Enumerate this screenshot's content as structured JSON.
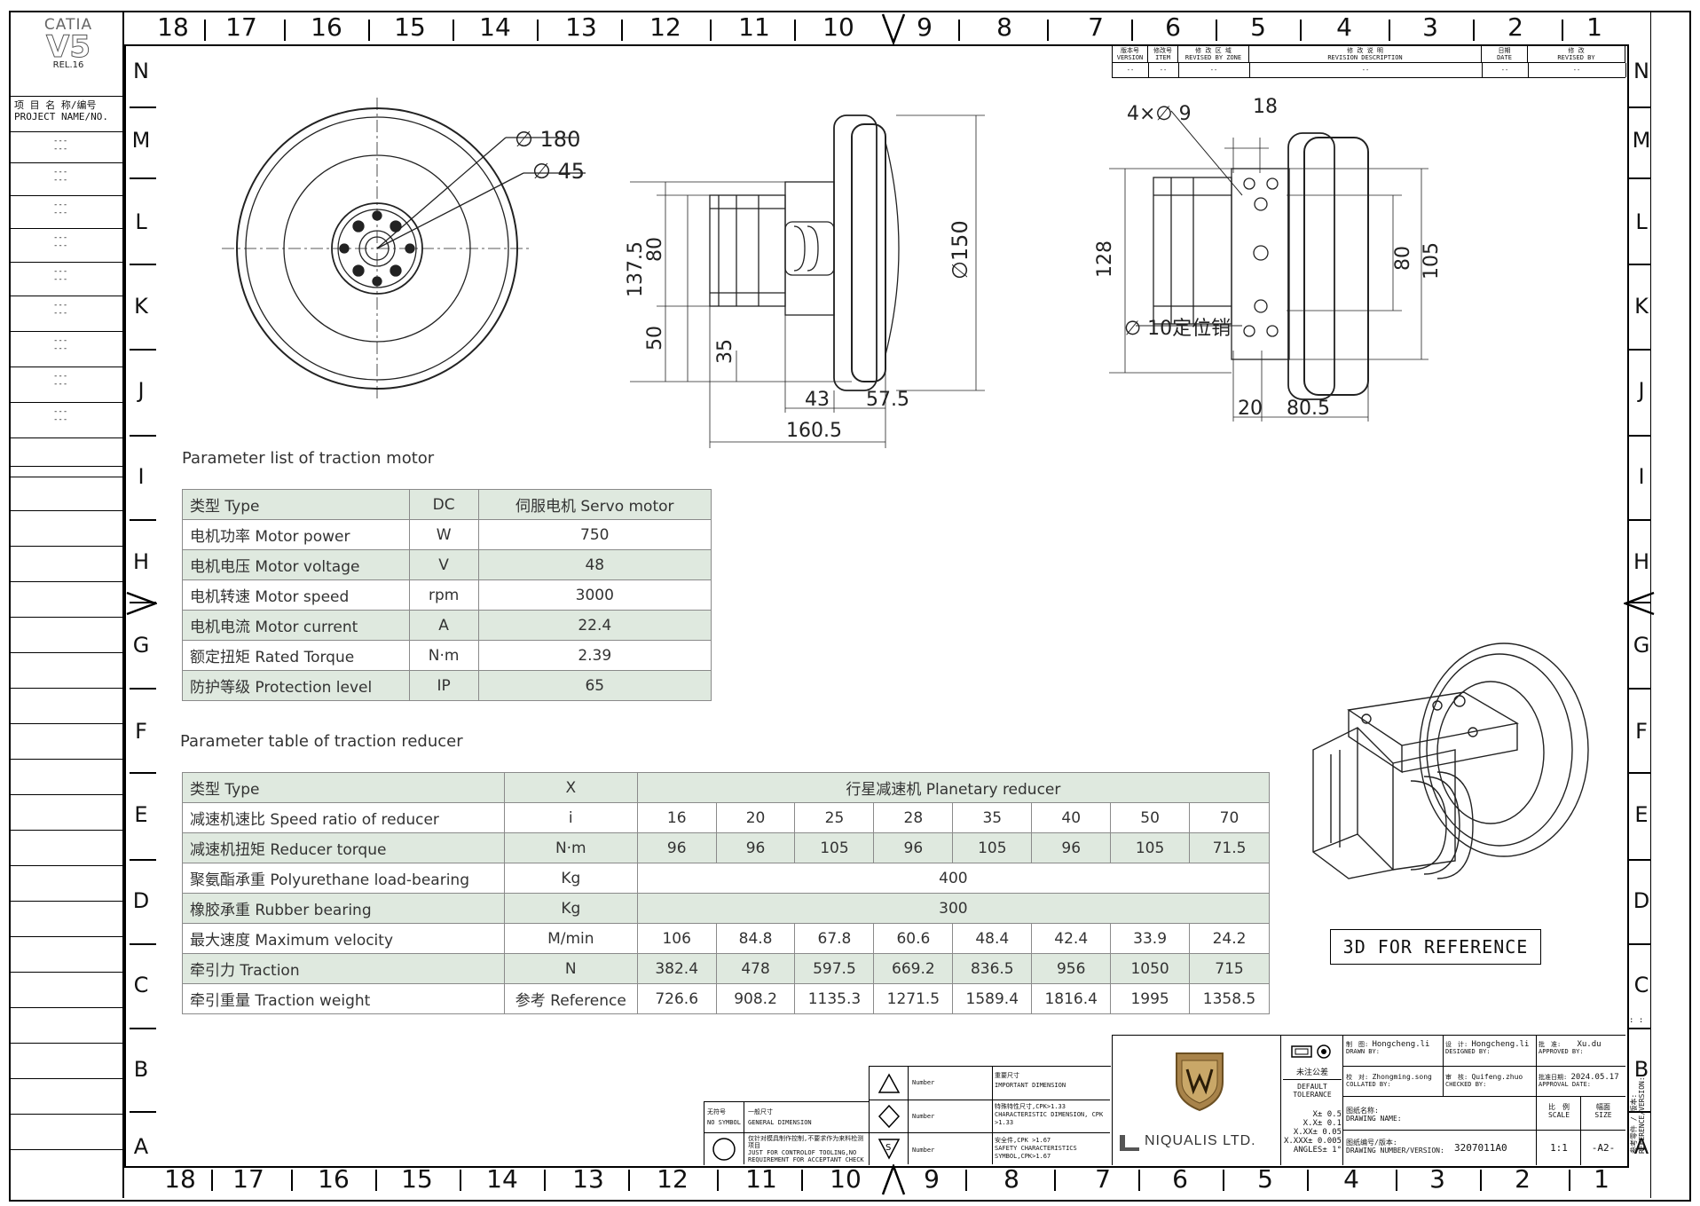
{
  "catia": {
    "logo_top": "CATIA",
    "logo_main": "V5",
    "logo_rel": "REL.16"
  },
  "project_label_cn": "项 目 名 称/编号",
  "project_label_en": "PROJECT NAME/NO.",
  "left_panel_dashes": [
    "---\n---",
    "---\n---",
    "---\n---",
    "---\n---",
    "---\n---",
    "---\n---",
    "---\n---",
    "---\n---",
    "---\n---"
  ],
  "grid_numbers_top": [
    "18",
    "17",
    "16",
    "15",
    "14",
    "13",
    "12",
    "11",
    "10",
    "9",
    "8",
    "7",
    "6",
    "5",
    "4",
    "3",
    "2",
    "1"
  ],
  "grid_numbers_bottom": [
    "18",
    "17",
    "16",
    "15",
    "14",
    "13",
    "12",
    "11",
    "10",
    "9",
    "8",
    "7",
    "6",
    "5",
    "4",
    "3",
    "2",
    "1"
  ],
  "grid_letters": [
    "N",
    "M",
    "L",
    "K",
    "J",
    "I",
    "H",
    "G",
    "F",
    "E",
    "D",
    "C",
    "B",
    "A"
  ],
  "revision_table": {
    "headers": [
      {
        "cn": "版本号",
        "en": "VERSION"
      },
      {
        "cn": "修改号",
        "en": "ITEM"
      },
      {
        "cn": "修 改 区 域",
        "en": "REVISED BY ZONE"
      },
      {
        "cn": "修 改 说 明",
        "en": "REVISION DESCRIPTION"
      },
      {
        "cn": "日期",
        "en": "DATE"
      },
      {
        "cn": "修 改",
        "en": "REVISED BY"
      }
    ],
    "row": [
      "--",
      "--",
      "--",
      "--",
      "--",
      "--"
    ]
  },
  "dims": {
    "front_d180": "∅ 180",
    "front_d45": "∅ 45",
    "side_1375": "137.5",
    "side_80": "80",
    "side_50": "50",
    "side_35": "35",
    "side_d150": "∅150",
    "side_43": "43",
    "side_575": "57.5",
    "side_1605": "160.5",
    "right_4x9": "4×∅ 9",
    "right_18": "18",
    "right_128": "128",
    "right_80": "80",
    "right_105": "105",
    "right_pin": "∅ 10定位销",
    "right_20": "20",
    "right_805": "80.5"
  },
  "motor_table": {
    "title": "Parameter list of traction motor",
    "rows": [
      [
        "类型 Type",
        "DC",
        "伺服电机 Servo motor"
      ],
      [
        "电机功率 Motor power",
        "W",
        "750"
      ],
      [
        "电机电压 Motor voltage",
        "V",
        "48"
      ],
      [
        "电机转速 Motor speed",
        "rpm",
        "3000"
      ],
      [
        "电机电流 Motor current",
        "A",
        "22.4"
      ],
      [
        "额定扭矩 Rated Torque",
        "N·m",
        "2.39"
      ],
      [
        "防护等级 Protection level",
        "IP",
        "65"
      ]
    ]
  },
  "reducer_table": {
    "title": "Parameter table of traction reducer",
    "type_row": [
      "类型 Type",
      "X",
      "行星减速机 Planetary reducer"
    ],
    "rows": [
      {
        "label": "减速机速比 Speed ratio of reducer",
        "unit": "i",
        "values": [
          "16",
          "20",
          "25",
          "28",
          "35",
          "40",
          "50",
          "70"
        ]
      },
      {
        "label": "减速机扭矩 Reducer torque",
        "unit": "N·m",
        "values": [
          "96",
          "96",
          "105",
          "96",
          "105",
          "96",
          "105",
          "71.5"
        ]
      },
      {
        "label": "聚氨酯承重 Polyurethane load-bearing",
        "unit": "Kg",
        "span": "400"
      },
      {
        "label": "橡胶承重 Rubber bearing",
        "unit": "Kg",
        "span": "300"
      },
      {
        "label": "最大速度 Maximum velocity",
        "unit": "M/min",
        "values": [
          "106",
          "84.8",
          "67.8",
          "60.6",
          "48.4",
          "42.4",
          "33.9",
          "24.2"
        ]
      },
      {
        "label": "牵引力 Traction",
        "unit": "N",
        "values": [
          "382.4",
          "478",
          "597.5",
          "669.2",
          "836.5",
          "956",
          "1050",
          "715"
        ]
      },
      {
        "label": "牵引重量 Traction weight",
        "unit": "参考 Reference",
        "values": [
          "726.6",
          "908.2",
          "1135.3",
          "1271.5",
          "1589.4",
          "1816.4",
          "1995",
          "1358.5"
        ]
      }
    ]
  },
  "reference_label": "3D FOR REFERENCE",
  "symbols_block": {
    "nosym_cn": "无符号",
    "nosym_en": "NO SYMBOL",
    "general_cn": "一般尺寸",
    "general_en": "GENERAL DIMENSION",
    "tooling_cn": "仅针对模具制作控制,不要求作为来料检测项目",
    "tooling_en": "JUST FOR CONTROLOF TOOLING,NO REQUIREMENT FOR ACCEPTANT CHECK",
    "number": "Number",
    "important_cn": "重要尺寸",
    "important_en": "IMPORTANT DIMENSION",
    "special_cn": "特殊特性尺寸,CPK>1.33",
    "special_en": "CHARACTERISTIC DIMENSION, CPK >1.33",
    "safety_cn": "安全件,CPK >1.67",
    "safety_en": "SAFETY CHARACTERISTICS SYMBOL,CPK>1.67"
  },
  "company": {
    "name": "NIQUALIS LTD.",
    "logo_text": "NIQUALIS"
  },
  "tolerance": {
    "title_cn": "未注公差",
    "title_en": "DEFAULT TOLERANCE",
    "lines": [
      "X± 0.5",
      "X.X± 0.1",
      "X.XX± 0.05",
      "X.XXX± 0.005",
      "ANGLES± 1°"
    ]
  },
  "title_block": {
    "drawn_label_cn": "制　图:",
    "drawn_label_en": "DRAWN BY:",
    "drawn_value": "Hongcheng.li",
    "designed_label_cn": "设　计:",
    "designed_label_en": "DESIGNED BY:",
    "designed_value": "Hongcheng.li",
    "approved_label_cn": "批　准:",
    "approved_label_en": "APPROVED BY:",
    "approved_value": "Xu.du",
    "collated_label_cn": "校　对:",
    "collated_label_en": "COLLATED BY:",
    "collated_value": "Zhongming.song",
    "checked_label_cn": "审　核:",
    "checked_label_en": "CHECKED BY:",
    "checked_value": "Quifeng.zhuo",
    "approval_date_label_cn": "批准日期:",
    "approval_date_label_en": "APPROVAL DATE:",
    "approval_date_value": "2024.05.17",
    "drawing_name_cn": "图纸名称:",
    "drawing_name_en": "DRAWING NAME:",
    "scale_cn": "比　例",
    "scale_en": "SCALE",
    "scale_value": "1:1",
    "size_cn": "幅面",
    "size_en": "SIZE",
    "size_value": "-A2-",
    "drawing_number_cn": "图纸编号/版本:",
    "drawing_number_en": "DRAWING NUMBER/VERSION:",
    "drawing_number_value": "3207011A0",
    "reference_version_cn": "参考零件 / 版本:",
    "reference_version_en": "REFERENCE/VERSION:",
    "colon_mark": ": :"
  }
}
